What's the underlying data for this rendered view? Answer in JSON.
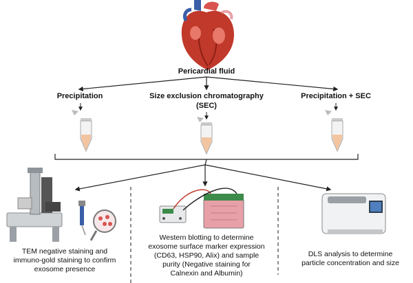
{
  "top": {
    "label": "Pericardial fluid"
  },
  "methods": [
    {
      "label": "Precipitation"
    },
    {
      "label_line1": "Size exclusion chromatography",
      "label_line2": "(SEC)"
    },
    {
      "label": "Precipitation + SEC"
    }
  ],
  "analyses": [
    {
      "lines": [
        "TEM negative staining and",
        "immuno-gold staining to confirm",
        "exosome presence"
      ]
    },
    {
      "lines": [
        "Western blotting to determine",
        "exosome surface marker expression",
        "(CD63, HSP90, Alix) and sample",
        "purity (Negative staining for",
        "Calnexin and Albumin)"
      ]
    },
    {
      "lines": [
        "DLS analysis to determine",
        "particle concentration and size"
      ]
    }
  ],
  "colors": {
    "heart_red": "#c0392b",
    "heart_blue": "#3a5fa8",
    "tube_fill": "#f2c4a0",
    "gel_pink": "#e8a0a8",
    "instrument_grey": "#9aa0a6",
    "accent_green": "#3d8b4a"
  }
}
